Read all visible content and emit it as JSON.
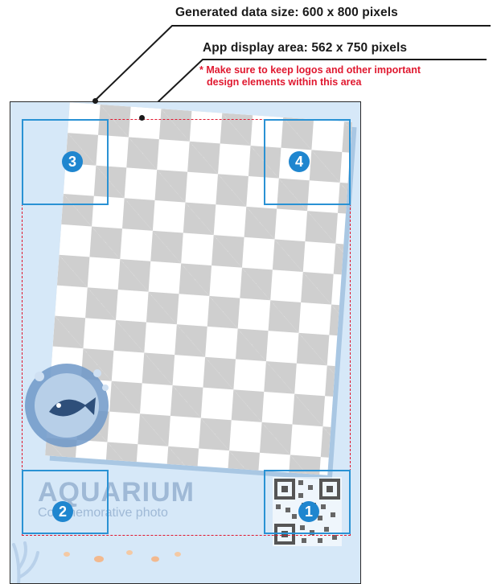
{
  "labels": {
    "generated_size": "Generated data size: 600 x 800 pixels",
    "display_area": "App display area: 562 x 750 pixels",
    "note_line1": "* Make sure to keep logos and other important",
    "note_line2": "design elements within this area"
  },
  "sample": {
    "brand": "AQUARIUM",
    "subtitle": "Commemorative photo"
  },
  "zones": [
    {
      "number": "3"
    },
    {
      "number": "4"
    },
    {
      "number": "2"
    },
    {
      "number": "1"
    }
  ],
  "colors": {
    "accent": "#2a92d4",
    "badge": "#1f86cf",
    "warning": "#e0182f",
    "frame_bg": "#d6e8f8"
  }
}
